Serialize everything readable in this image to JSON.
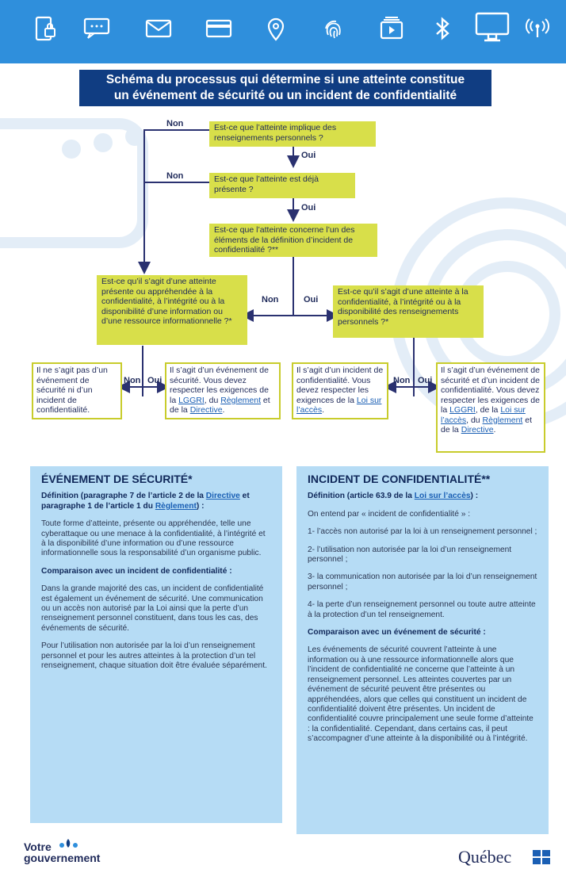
{
  "header": {
    "icons": [
      "tablet-lock-icon",
      "chat-icon",
      "mail-icon",
      "credit-card-icon",
      "location-pin-icon",
      "fingerprint-icon",
      "media-device-icon",
      "bluetooth-icon",
      "monitor-icon",
      "wireless-signal-icon"
    ],
    "title_line1": "Schéma du processus qui détermine si une atteinte constitue",
    "title_line2": "un événement de sécurité ou un incident de confidentialité"
  },
  "flow": {
    "q1": "Est-ce que l’atteinte implique des renseignements personnels ?",
    "q2": "Est-ce que l’atteinte est déjà présente ?",
    "q3": "Est-ce que l’atteinte concerne l’un des éléments de la définition d’incident de confidentialité ?**",
    "q4": "Est-ce qu’il s’agit d’une atteinte présente ou appréhendée à la confidentialité, à l’intégrité ou à la disponibilité d’une information ou d’une ressource informationnelle ?*",
    "q5": "Est-ce qu’il s’agit d’une atteinte à la confidentialité, à l’intégrité ou à la disponibilité des renseignements personnels ?*",
    "non": "Non",
    "oui": "Oui",
    "r1": "Il ne s’agit pas d’un événement de sécurité ni d’un incident de confidentialité.",
    "r2_a": "Il s’agit d’un événement de sécurité. Vous devez respecter les exigences de la ",
    "r2_link1": "LGGRI",
    "r2_b": ", du ",
    "r2_link2": "Règlement",
    "r2_c": " et de la ",
    "r2_link3": "Directive",
    "r2_d": ".",
    "r3_a": "Il s’agit d’un incident de confidentialité. Vous devez respecter les exigences de la ",
    "r3_link": "Loi sur l’accès",
    "r3_b": ".",
    "r4_a": "Il s’agit d’un événement de sécurité et d’un incident de confidentialité. Vous devez respecter les exigences de la ",
    "r4_link1": "LGGRI",
    "r4_b": ", de la ",
    "r4_link2": "Loi sur l’accès",
    "r4_c": ", du ",
    "r4_link3": "Règlement",
    "r4_d": " et de la ",
    "r4_link4": "Directive",
    "r4_e": "."
  },
  "left_panel": {
    "title": "ÉVÉNEMENT DE SÉCURITÉ*",
    "def_a": "Définition (paragraphe 7 de l’article 2 de la ",
    "def_link1": "Directive",
    "def_b": " et paragraphe 1 de l’article 1 du ",
    "def_link2": "Règlement",
    "def_c": ") :",
    "text1": "Toute forme d’atteinte, présente ou appréhendée, telle une cyberattaque ou une menace à la confidentialité, à l’intégrité et à la disponibilité d’une information ou d’une ressource informationnelle sous la responsabilité d’un organisme public.",
    "comp_title": "Comparaison avec un incident de confidentialité :",
    "text2": "Dans la grande majorité des cas, un incident de confidentialité est également un événement de sécurité. Une communication ou un accès non autorisé par la Loi ainsi que la perte d’un renseignement personnel constituent, dans tous les cas, des événements de sécurité.",
    "text3": "Pour l’utilisation non autorisée par la loi d’un renseignement personnel et pour les autres atteintes à la protection d’un tel renseignement, chaque situation doit être évaluée séparément."
  },
  "right_panel": {
    "title": "INCIDENT DE CONFIDENTIALITÉ**",
    "def_a": "Définition (article 63.9 de la ",
    "def_link": "Loi sur l’accès",
    "def_b": ") :",
    "intro": "On entend par « incident de confidentialité » :",
    "items": [
      "1- l’accès non autorisé par la loi à un renseignement personnel ;",
      "2- l’utilisation non autorisée par la loi d’un renseignement personnel ;",
      "3- la communication non autorisée par la loi d’un renseignement personnel ;",
      "4- la perte d’un renseignement personnel ou toute autre atteinte à la protection d’un tel renseignement."
    ],
    "comp_title": "Comparaison avec un événement de sécurité :",
    "text": "Les événements de sécurité couvrent l’atteinte à une information ou à une ressource informationnelle alors que l’incident de confidentialité ne concerne que l’atteinte à un renseignement personnel. Les atteintes couvertes par un événement de sécurité peuvent être présentes ou appréhendées, alors que celles qui constituent un incident de confidentialité doivent être présentes. Un incident de confidentialité couvre principalement une seule forme d’atteinte : la confidentialité. Cependant, dans certains cas, il peut s’accompagner d’une atteinte à la disponibilité ou à l’intégrité."
  },
  "footer": {
    "left_line1": "Votre",
    "left_line2": "gouvernement",
    "right": "Québec"
  },
  "colors": {
    "blue_bar": "#2f8fdc",
    "title_bg": "#103d82",
    "yellow": "#d8df4a",
    "panel": "#b6dcf5",
    "navy": "#1f2a5a"
  }
}
